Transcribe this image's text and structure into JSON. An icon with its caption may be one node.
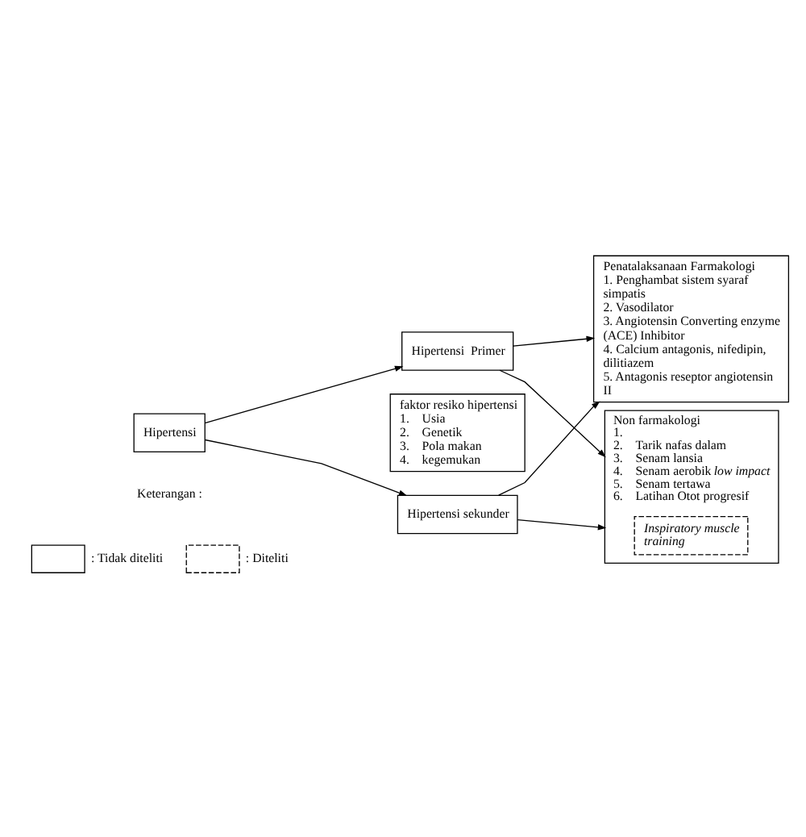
{
  "diagram": {
    "nodes": [
      {
        "text": [
          "Hipertensi"
        ]
      },
      {
        "text": [
          "Hipertensi  Primer"
        ]
      },
      {
        "text": [
          "faktor resiko hipertensi",
          "1.    Usia",
          "2.    Genetik",
          "3.    Pola makan",
          "4.    kegemukan"
        ]
      },
      {
        "text": [
          "Hipertensi sekunder"
        ]
      },
      {
        "text": [
          "Penatalaksanaan Farmakologi",
          "1. Penghambat sistem syaraf simpatis",
          "2. Vasodilator",
          "3. Angiotensin Converting enzyme (ACE) Inhibitor",
          "4. Calcium antagonis, nifedipin, dilitiazem",
          "5. Antagonis reseptor angiotensin II"
        ]
      },
      {
        "text": [
          "Non farmakologi",
          "1.",
          "2.    Tarik nafas dalam",
          "3.    Senam lansia",
          "4.    Senam aerobik *low impact*",
          "5.    Senam tertawa",
          "6.    Latihan Otot progresif"
        ]
      },
      {
        "text": [
          "Inspiratory muscle training"
        ],
        "in": 5
      }
    ],
    "edges": [
      {
        "from": 0,
        "to": 1,
        "arrow": "to"
      },
      {
        "from": 0,
        "to": 3,
        "arrow": "to"
      },
      {
        "from": 1,
        "to": 4,
        "arrow": "to"
      },
      {
        "from": 1,
        "to": 5,
        "arrow": "to"
      },
      {
        "from": 3,
        "to": 4,
        "arrow": "to"
      },
      {
        "from": 3,
        "to": 5,
        "arrow": "to"
      }
    ],
    "labels": [
      "Keterangan :"
    ],
    "legend": [
      {
        "text": ": Tidak diteliti"
      },
      {
        "text": ": Diteliti"
      }
    ]
  }
}
